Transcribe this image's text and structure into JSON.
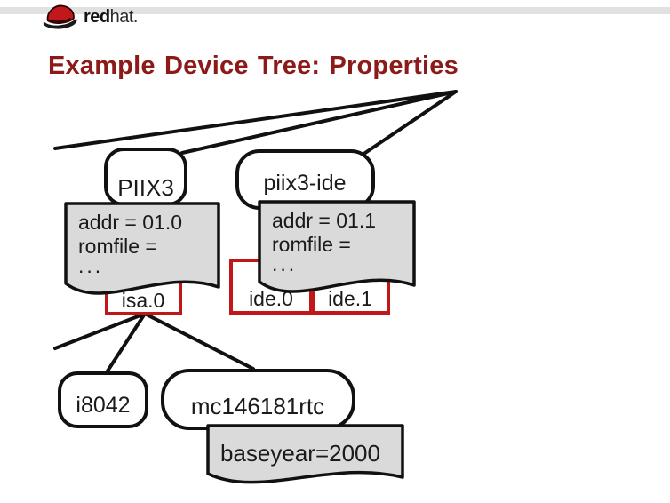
{
  "brand": {
    "bold": "red",
    "rest": "hat."
  },
  "title": "Example Device Tree: Properties",
  "colors": {
    "title_red": "#8c1a18",
    "highlight_red": "#c01818",
    "note_fill": "#dadada",
    "band_gray": "#e1e1e1"
  },
  "tree": {
    "nodes": {
      "piix3": "PIIX3",
      "piix3_ide": "piix3-ide",
      "i8042": "i8042",
      "rtc": "mc146181rtc"
    },
    "buses": {
      "isa0": "isa.0",
      "ide0": "ide.0",
      "ide1": "ide.1"
    },
    "notes": {
      "piix3_props": {
        "line1": "addr = 01.0",
        "line2": "romfile =",
        "line3": "..."
      },
      "ide_props": {
        "line1": "addr = 01.1",
        "line2": "romfile =",
        "line3": "..."
      },
      "rtc_props": {
        "line1": "baseyear=2000"
      }
    }
  }
}
